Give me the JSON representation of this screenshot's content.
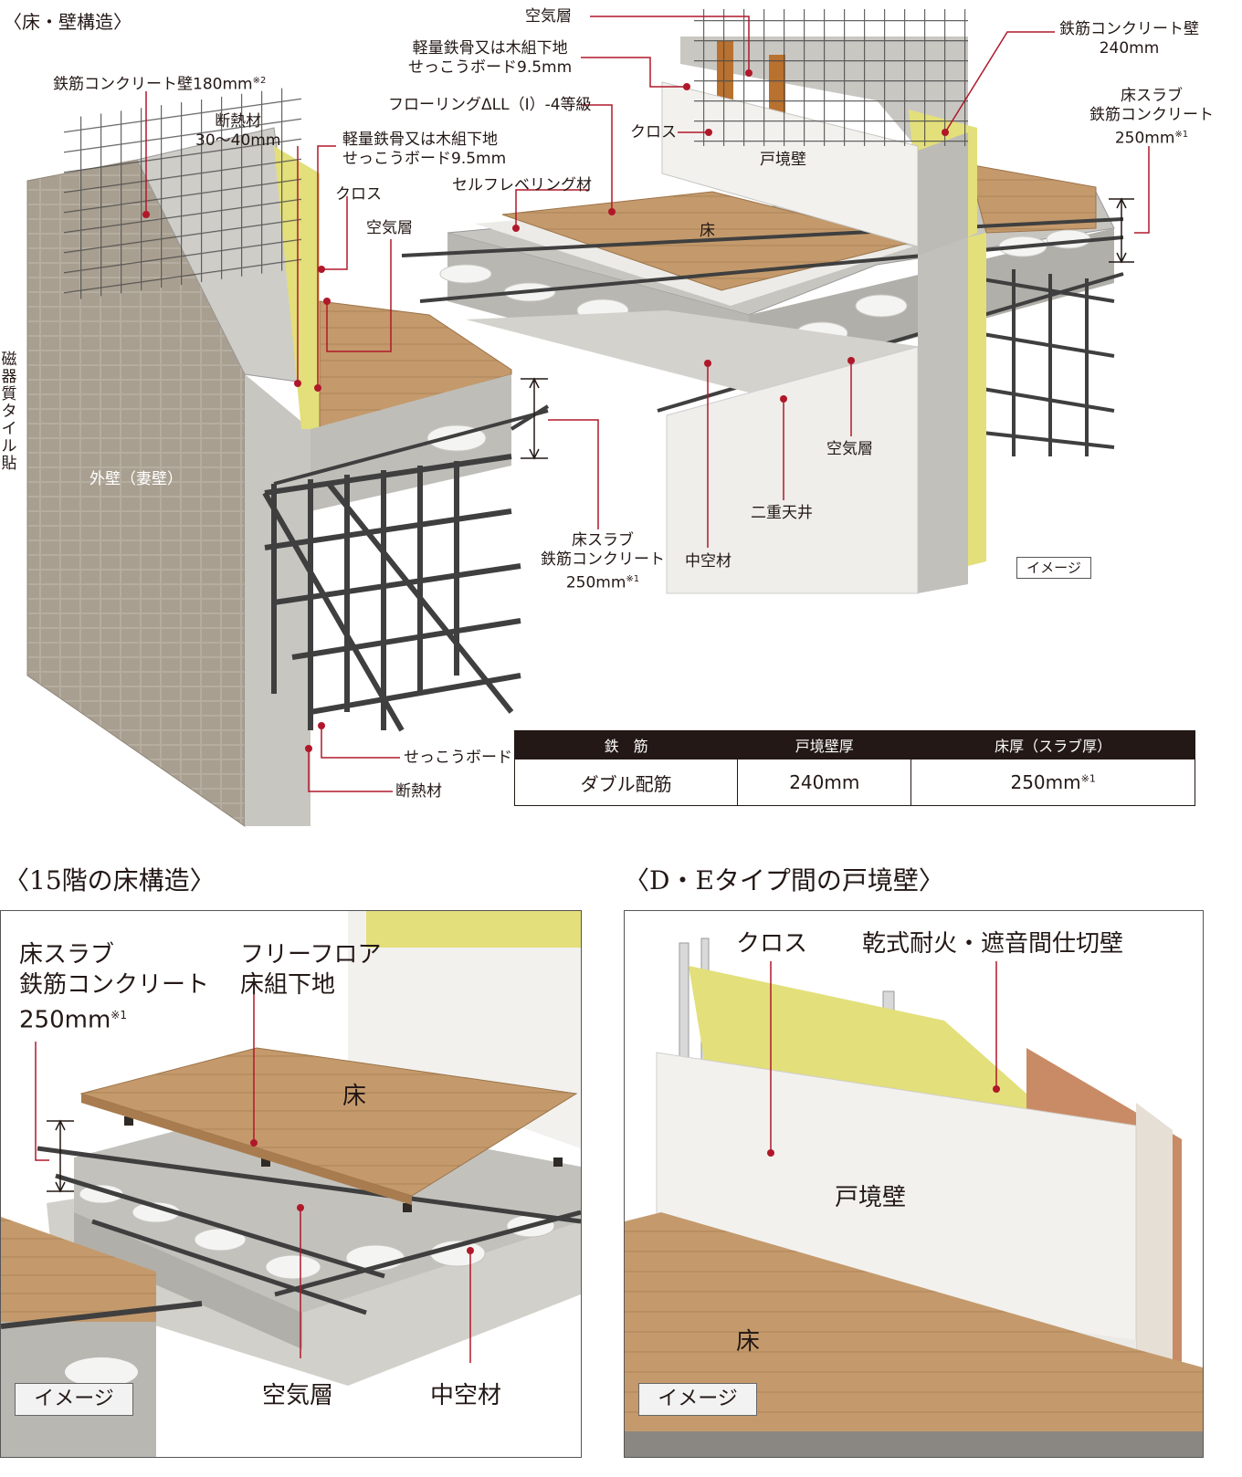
{
  "section_main": {
    "title": "〈床・壁構造〉",
    "vertical_label": "磁器質タイル貼",
    "labels": {
      "rc_wall_180": "鉄筋コンクリート壁180mm",
      "rc_wall_180_note": "※2",
      "insulation": "断熱材\n30〜40mm",
      "lgs_board_left": "軽量鉄骨又は木組下地\nせっこうボード9.5mm",
      "cloth_left": "クロス",
      "air_layer_left": "空気層",
      "exterior_wall": "外壁（妻壁）",
      "air_layer_top": "空気層",
      "lgs_board_top": "軽量鉄骨又は木組下地\nせっこうボード9.5mm",
      "flooring": "フローリングΔLL（Ⅰ）-4等級",
      "cloth_top": "クロス",
      "self_leveling": "セルフレベリング材",
      "boundary_wall": "戸境壁",
      "floor": "床",
      "rc_wall_240": "鉄筋コンクリート壁\n240mm",
      "slab_right": "床スラブ\n鉄筋コンクリート\n250mm",
      "slab_right_note": "※1",
      "slab_left": "床スラブ\n鉄筋コンクリート\n250mm",
      "slab_left_note": "※1",
      "hollow": "中空材",
      "air_layer_ceiling": "空気層",
      "double_ceiling": "二重天井",
      "gypsum_board": "せっこうボード",
      "insulation_bottom": "断熱材",
      "image_badge": "イメージ"
    },
    "table": {
      "headers": [
        "鉄　筋",
        "戸境壁厚",
        "床厚（スラブ厚）"
      ],
      "row": [
        "ダブル配筋",
        "240mm",
        "250mm"
      ],
      "row_note": "※1"
    }
  },
  "section_15f": {
    "title": "〈15階の床構造〉",
    "labels": {
      "slab": "床スラブ\n鉄筋コンクリート\n250mm",
      "slab_note": "※1",
      "free_floor": "フリーフロア\n床組下地",
      "floor": "床",
      "air_layer": "空気層",
      "hollow": "中空材",
      "image_badge": "イメージ"
    }
  },
  "section_de": {
    "title": "〈D・Eタイプ間の戸境壁〉",
    "labels": {
      "cloth": "クロス",
      "dry_wall": "乾式耐火・遮音間仕切壁",
      "boundary_wall": "戸境壁",
      "floor": "床",
      "image_badge": "イメージ"
    }
  },
  "colors": {
    "leader": "#b0182a",
    "concrete": "#c8c6c1",
    "concrete_dark": "#a9a7a2",
    "wood": "#c49a6c",
    "wood_dark": "#a87c4f",
    "insulation": "#e3df7a",
    "tile": "#b3ab9f",
    "wall_white": "#f2f1ee",
    "rebar": "#4a4a4a",
    "table_header": "#231815"
  }
}
